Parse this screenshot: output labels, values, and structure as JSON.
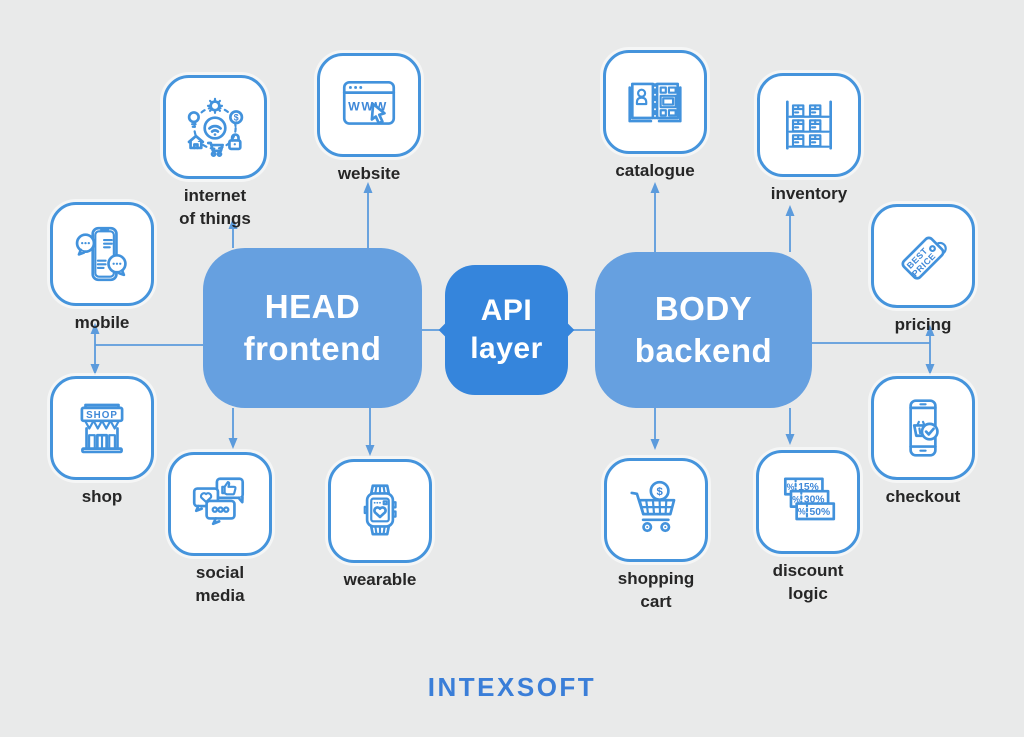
{
  "diagram": {
    "center": {
      "head": {
        "title": "HEAD",
        "subtitle": "frontend"
      },
      "api": {
        "title": "API",
        "subtitle": "layer"
      },
      "body": {
        "title": "BODY",
        "subtitle": "backend"
      }
    },
    "frontend_nodes": {
      "iot": {
        "line1": "internet",
        "line2": "of things",
        "icon": "internet-of-things-icon"
      },
      "website": {
        "line1": "website",
        "icon": "website-browser-icon"
      },
      "mobile": {
        "line1": "mobile",
        "icon": "mobile-chat-icon"
      },
      "shop": {
        "line1": "shop",
        "icon": "shop-storefront-icon"
      },
      "social": {
        "line1": "social",
        "line2": "media",
        "icon": "social-media-bubbles-icon"
      },
      "wearable": {
        "line1": "wearable",
        "icon": "smartwatch-icon"
      }
    },
    "backend_nodes": {
      "catalogue": {
        "line1": "catalogue",
        "icon": "catalogue-book-icon"
      },
      "inventory": {
        "line1": "inventory",
        "icon": "inventory-shelf-icon"
      },
      "pricing": {
        "line1": "pricing",
        "icon": "price-tag-icon"
      },
      "checkout": {
        "line1": "checkout",
        "icon": "checkout-phone-icon"
      },
      "cart": {
        "line1": "shopping",
        "line2": "cart",
        "icon": "shopping-cart-icon"
      },
      "discount": {
        "line1": "discount",
        "line2": "logic",
        "icon": "discount-coupons-icon"
      }
    },
    "icon_text": {
      "website_www": "WWW",
      "shop_sign": "SHOP",
      "pricing_line1": "BEST",
      "pricing_line2": "PRICE",
      "iot_dollar": "$",
      "cart_dollar": "$",
      "discount_percent": "%",
      "discount_15": "15%",
      "discount_30": "30%",
      "discount_50": "50%"
    },
    "colors": {
      "background": "#e9eaea",
      "box_light_blue": "#66a0e0",
      "box_dark_blue": "#3585dc",
      "icon_stroke": "#4292dc",
      "arrow": "#5c9bdc",
      "label_text": "#262626",
      "logo_blue": "#3a7ed8"
    }
  },
  "footer": {
    "logo": "INTEXSOFT"
  }
}
